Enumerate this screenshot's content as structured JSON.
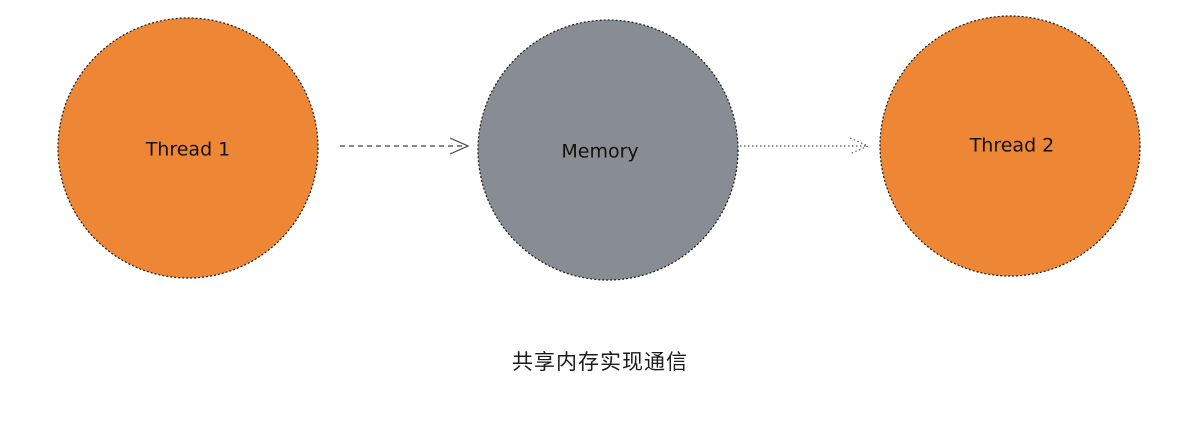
{
  "nodes": [
    {
      "id": "thread-1",
      "label": "Thread 1",
      "color": "#ED8735"
    },
    {
      "id": "memory",
      "label": "Memory",
      "color": "#888D93"
    },
    {
      "id": "thread-2",
      "label": "Thread 2",
      "color": "#ED8735"
    }
  ],
  "edges": [
    {
      "from": "thread-1",
      "to": "memory",
      "style": "dashed"
    },
    {
      "from": "memory",
      "to": "thread-2",
      "style": "dotted"
    }
  ],
  "caption": "共享内存实现通信",
  "colors": {
    "thread": "#ED8735",
    "memory": "#888D93",
    "outline": "#1a1a1a",
    "arrow": "#444444"
  }
}
